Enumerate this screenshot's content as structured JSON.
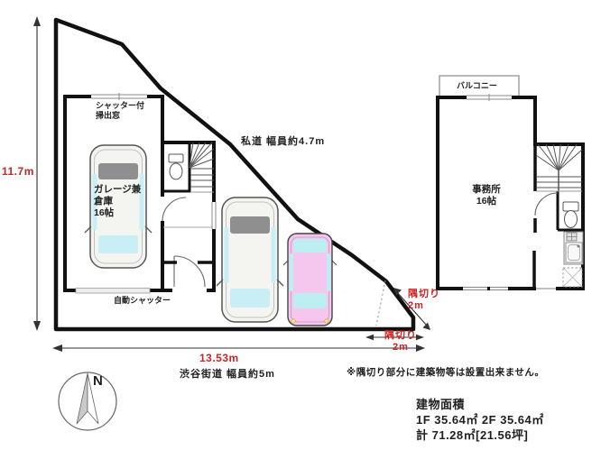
{
  "plan": {
    "dim_left": "11.7m",
    "dim_bottom": "13.53m",
    "private_road": "私道 幅員約4.7m",
    "main_road": "渋谷街道 幅員約5m",
    "shutter_window": "シャッター付\n掃出窓",
    "garage_room": "ガレージ兼\n倉庫\n16帖",
    "auto_shutter": "自動シャッター",
    "balcony": "バルコニー",
    "office_room": "事務所\n16帖",
    "corner_cut_diagonal": "隅切り\n2m",
    "corner_cut_bottom": "隅切り\n2m",
    "corner_cut_note": "※隅切り部分に建築物等は設置出来ません。",
    "compass_north": "N"
  },
  "building_area": {
    "title": "建物面積",
    "floor_line": "1F 35.64㎡ 2F 35.64㎡",
    "total_line": "計 71.28㎡[21.56坪]"
  },
  "colors": {
    "outline_black": "#111111",
    "dimension_red": "#cc2323",
    "window_cyan": "#c9eef6",
    "car_pink": "#f6c7ee",
    "headlight_yellow": "#f5e68a"
  }
}
